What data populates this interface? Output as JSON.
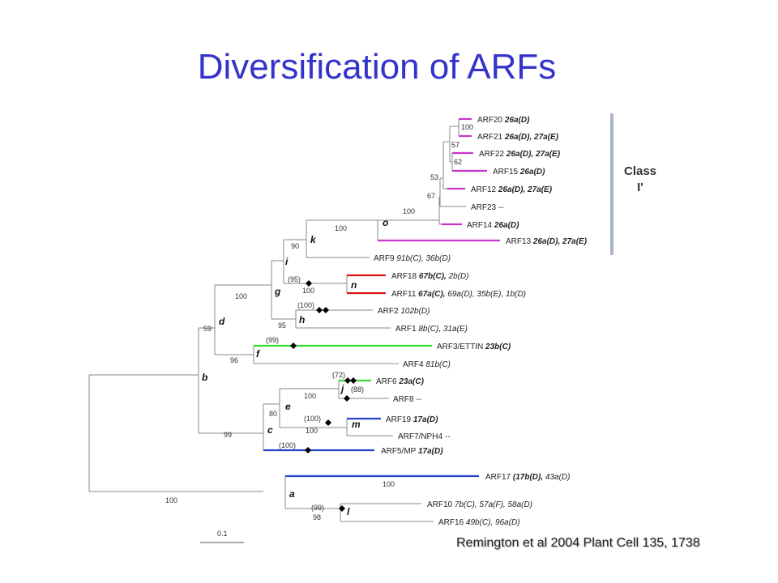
{
  "title": "Diversification of ARFs",
  "class_label_line1": "Class",
  "class_label_line2": "I'",
  "citation": "Remington et al 2004 Plant Cell 135, 1738",
  "scale_label": "0.1",
  "colors": {
    "title": "#3333cc",
    "magenta": "#cc33cc",
    "red": "#dd1111",
    "green": "#33dd33",
    "blue": "#2244cc"
  },
  "leaves": [
    {
      "id": "ARF20",
      "name": "ARF20",
      "bold": "26a(D)",
      "ital": ""
    },
    {
      "id": "ARF21",
      "name": "ARF21",
      "bold": "26a(D), 27a(E)",
      "ital": ""
    },
    {
      "id": "ARF22",
      "name": "ARF22",
      "bold": "26a(D), 27a(E)",
      "ital": ""
    },
    {
      "id": "ARF15",
      "name": "ARF15",
      "bold": "26a(D)",
      "ital": ""
    },
    {
      "id": "ARF12",
      "name": "ARF12",
      "bold": "26a(D), 27a(E)",
      "ital": ""
    },
    {
      "id": "ARF23",
      "name": "ARF23",
      "bold": "",
      "ital": "--"
    },
    {
      "id": "ARF14",
      "name": "ARF14",
      "bold": "26a(D)",
      "ital": ""
    },
    {
      "id": "ARF13",
      "name": "ARF13",
      "bold": "26a(D), 27a(E)",
      "ital": ""
    },
    {
      "id": "ARF9",
      "name": "ARF9",
      "bold": "",
      "ital": "91b(C), 36b(D)"
    },
    {
      "id": "ARF18",
      "name": "ARF18",
      "bold": "67b(C),",
      "ital": " 2b(D)"
    },
    {
      "id": "ARF11",
      "name": "ARF11",
      "bold": "67a(C),",
      "ital": " 69a(D), 35b(E), 1b(D)"
    },
    {
      "id": "ARF2",
      "name": "ARF2",
      "bold": "",
      "ital": "102b(D)"
    },
    {
      "id": "ARF1",
      "name": "ARF1",
      "bold": "",
      "ital": "8b(C), 31a(E)"
    },
    {
      "id": "ARF3",
      "name": "ARF3/ETTIN",
      "bold": "23b(C)",
      "ital": ""
    },
    {
      "id": "ARF4",
      "name": "ARF4",
      "bold": "",
      "ital": "81b(C)"
    },
    {
      "id": "ARF6",
      "name": "ARF6",
      "bold": "23a(C)",
      "ital": ""
    },
    {
      "id": "ARF8",
      "name": "ARF8",
      "bold": "",
      "ital": "--"
    },
    {
      "id": "ARF19",
      "name": "ARF19",
      "bold": "17a(D)",
      "ital": ""
    },
    {
      "id": "ARF7",
      "name": "ARF7/NPH4",
      "bold": "",
      "ital": "--"
    },
    {
      "id": "ARF5",
      "name": "ARF5/MP",
      "bold": "17a(D)",
      "ital": ""
    },
    {
      "id": "ARF17",
      "name": "ARF17",
      "bold": "(17b(D),",
      "ital": " 43a(D)"
    },
    {
      "id": "ARF10",
      "name": "ARF10",
      "bold": "",
      "ital": "7b(C), 57a(F), 58a(D)"
    },
    {
      "id": "ARF16",
      "name": "ARF16",
      "bold": "",
      "ital": "49b(C), 96a(D)"
    }
  ],
  "node_letters": [
    "a",
    "b",
    "c",
    "d",
    "e",
    "f",
    "g",
    "h",
    "i",
    "j",
    "k",
    "l",
    "m",
    "n",
    "o"
  ],
  "support_values": {
    "s100_arf20": "100",
    "s57": "57",
    "s62": "62",
    "s53": "53",
    "s67": "67",
    "s100_o": "100",
    "s100_k": "100",
    "s90": "90",
    "s95p": "(95)",
    "s100_n": "100",
    "s100_h": "(100)",
    "s95": "95",
    "s100_g": "100",
    "s59": "59",
    "s99p_f": "(99)",
    "s96": "96",
    "s72p": "(72)",
    "s88p": "(88)",
    "s100_j": "100",
    "s80": "80",
    "s100p_m": "(100)",
    "s100_m": "100",
    "s100p_c": "(100)",
    "s99": "99",
    "s100_17": "100",
    "s99p_l": "(99)",
    "s98": "98",
    "s100_root": "100"
  }
}
